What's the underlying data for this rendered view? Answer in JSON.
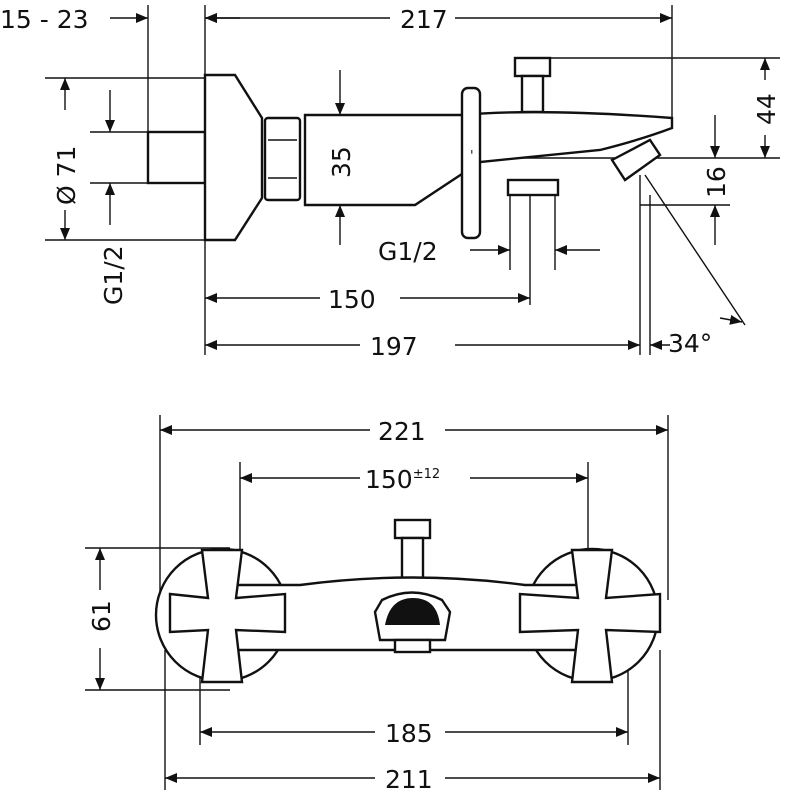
{
  "side_view": {
    "wall_depth": "15 - 23",
    "overall_length": "217",
    "flange_diameter": "Ø 71",
    "inlet_thread": "G1/2",
    "body_diameter": "35",
    "height_top": "44",
    "spout_drop": "16",
    "outlet_thread": "G1/2",
    "outlet_distance": "150",
    "spout_reach": "197",
    "spout_angle": "34°"
  },
  "front_view": {
    "overall_width": "221",
    "center_distance": "150",
    "center_tolerance": "±12",
    "height": "61",
    "inner_width": "185",
    "base_width": "211"
  }
}
